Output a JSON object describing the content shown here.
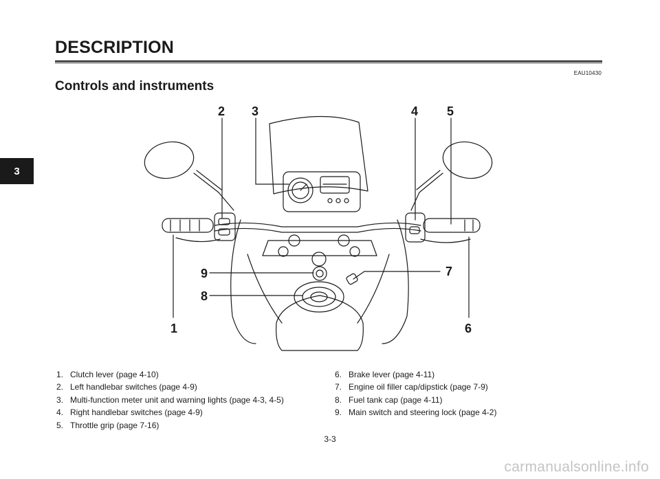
{
  "header": {
    "title": "DESCRIPTION",
    "doc_code": "EAU10430"
  },
  "section": {
    "heading": "Controls and instruments"
  },
  "chapter_tab": "3",
  "figure": {
    "callouts": [
      "1",
      "2",
      "3",
      "4",
      "5",
      "6",
      "7",
      "8",
      "9"
    ]
  },
  "legend": {
    "left": [
      {
        "num": "1.",
        "text": "Clutch lever (page 4-10)"
      },
      {
        "num": "2.",
        "text": "Left handlebar switches (page 4-9)"
      },
      {
        "num": "3.",
        "text": "Multi-function meter unit and warning lights (page 4-3, 4-5)"
      },
      {
        "num": "4.",
        "text": "Right handlebar switches (page 4-9)"
      },
      {
        "num": "5.",
        "text": "Throttle grip (page 7-16)"
      }
    ],
    "right": [
      {
        "num": "6.",
        "text": "Brake lever (page 4-11)"
      },
      {
        "num": "7.",
        "text": "Engine oil filler cap/dipstick (page 7-9)"
      },
      {
        "num": "8.",
        "text": "Fuel tank cap (page 4-11)"
      },
      {
        "num": "9.",
        "text": "Main switch and steering lock (page 4-2)"
      }
    ]
  },
  "footer": {
    "page_number": "3-3",
    "watermark": "carmanualsonline.info"
  }
}
